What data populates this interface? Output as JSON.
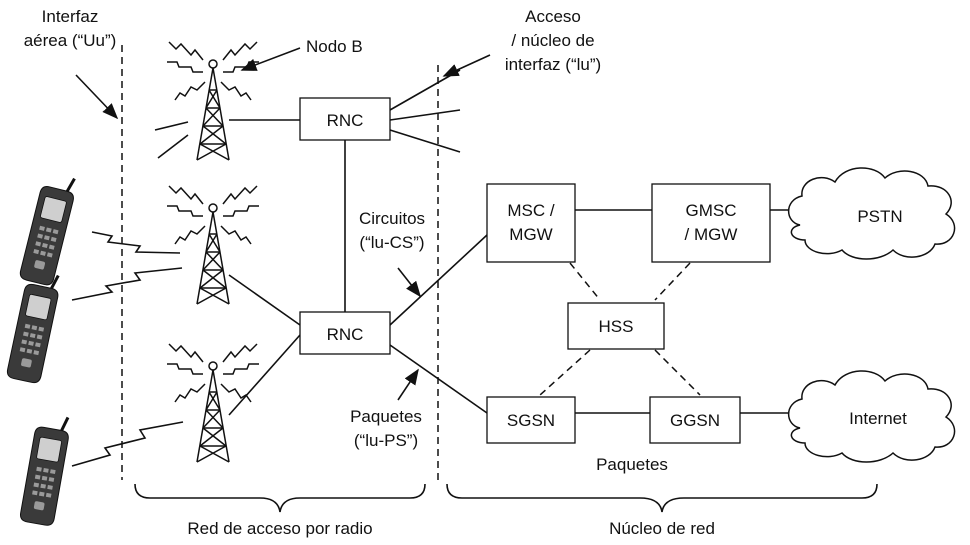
{
  "labels": {
    "air_interface": [
      "Interfaz",
      "aérea (“Uu”)"
    ],
    "node_b": "Nodo B",
    "access_core_interface": [
      "Acceso",
      "/ núcleo de",
      "interfaz (“lu”)"
    ],
    "circuits": [
      "Circuitos",
      "(“lu-CS”)"
    ],
    "packets_iu": [
      "Paquetes",
      "(“lu-PS”)"
    ],
    "packets_core": "Paquetes",
    "radio_access_network": "Red de acceso por radio",
    "core_network": "Núcleo de red"
  },
  "nodes": {
    "rnc_top": "RNC",
    "rnc_bottom": "RNC",
    "msc": [
      "MSC /",
      "MGW"
    ],
    "gmsc": [
      "GMSC",
      "/ MGW"
    ],
    "hss": "HSS",
    "sgsn": "SGSN",
    "ggsn": "GGSN",
    "pstn": "PSTN",
    "internet": "Internet"
  },
  "icons": [
    "tower-icon",
    "mobile-phone-icon",
    "cloud-icon"
  ]
}
